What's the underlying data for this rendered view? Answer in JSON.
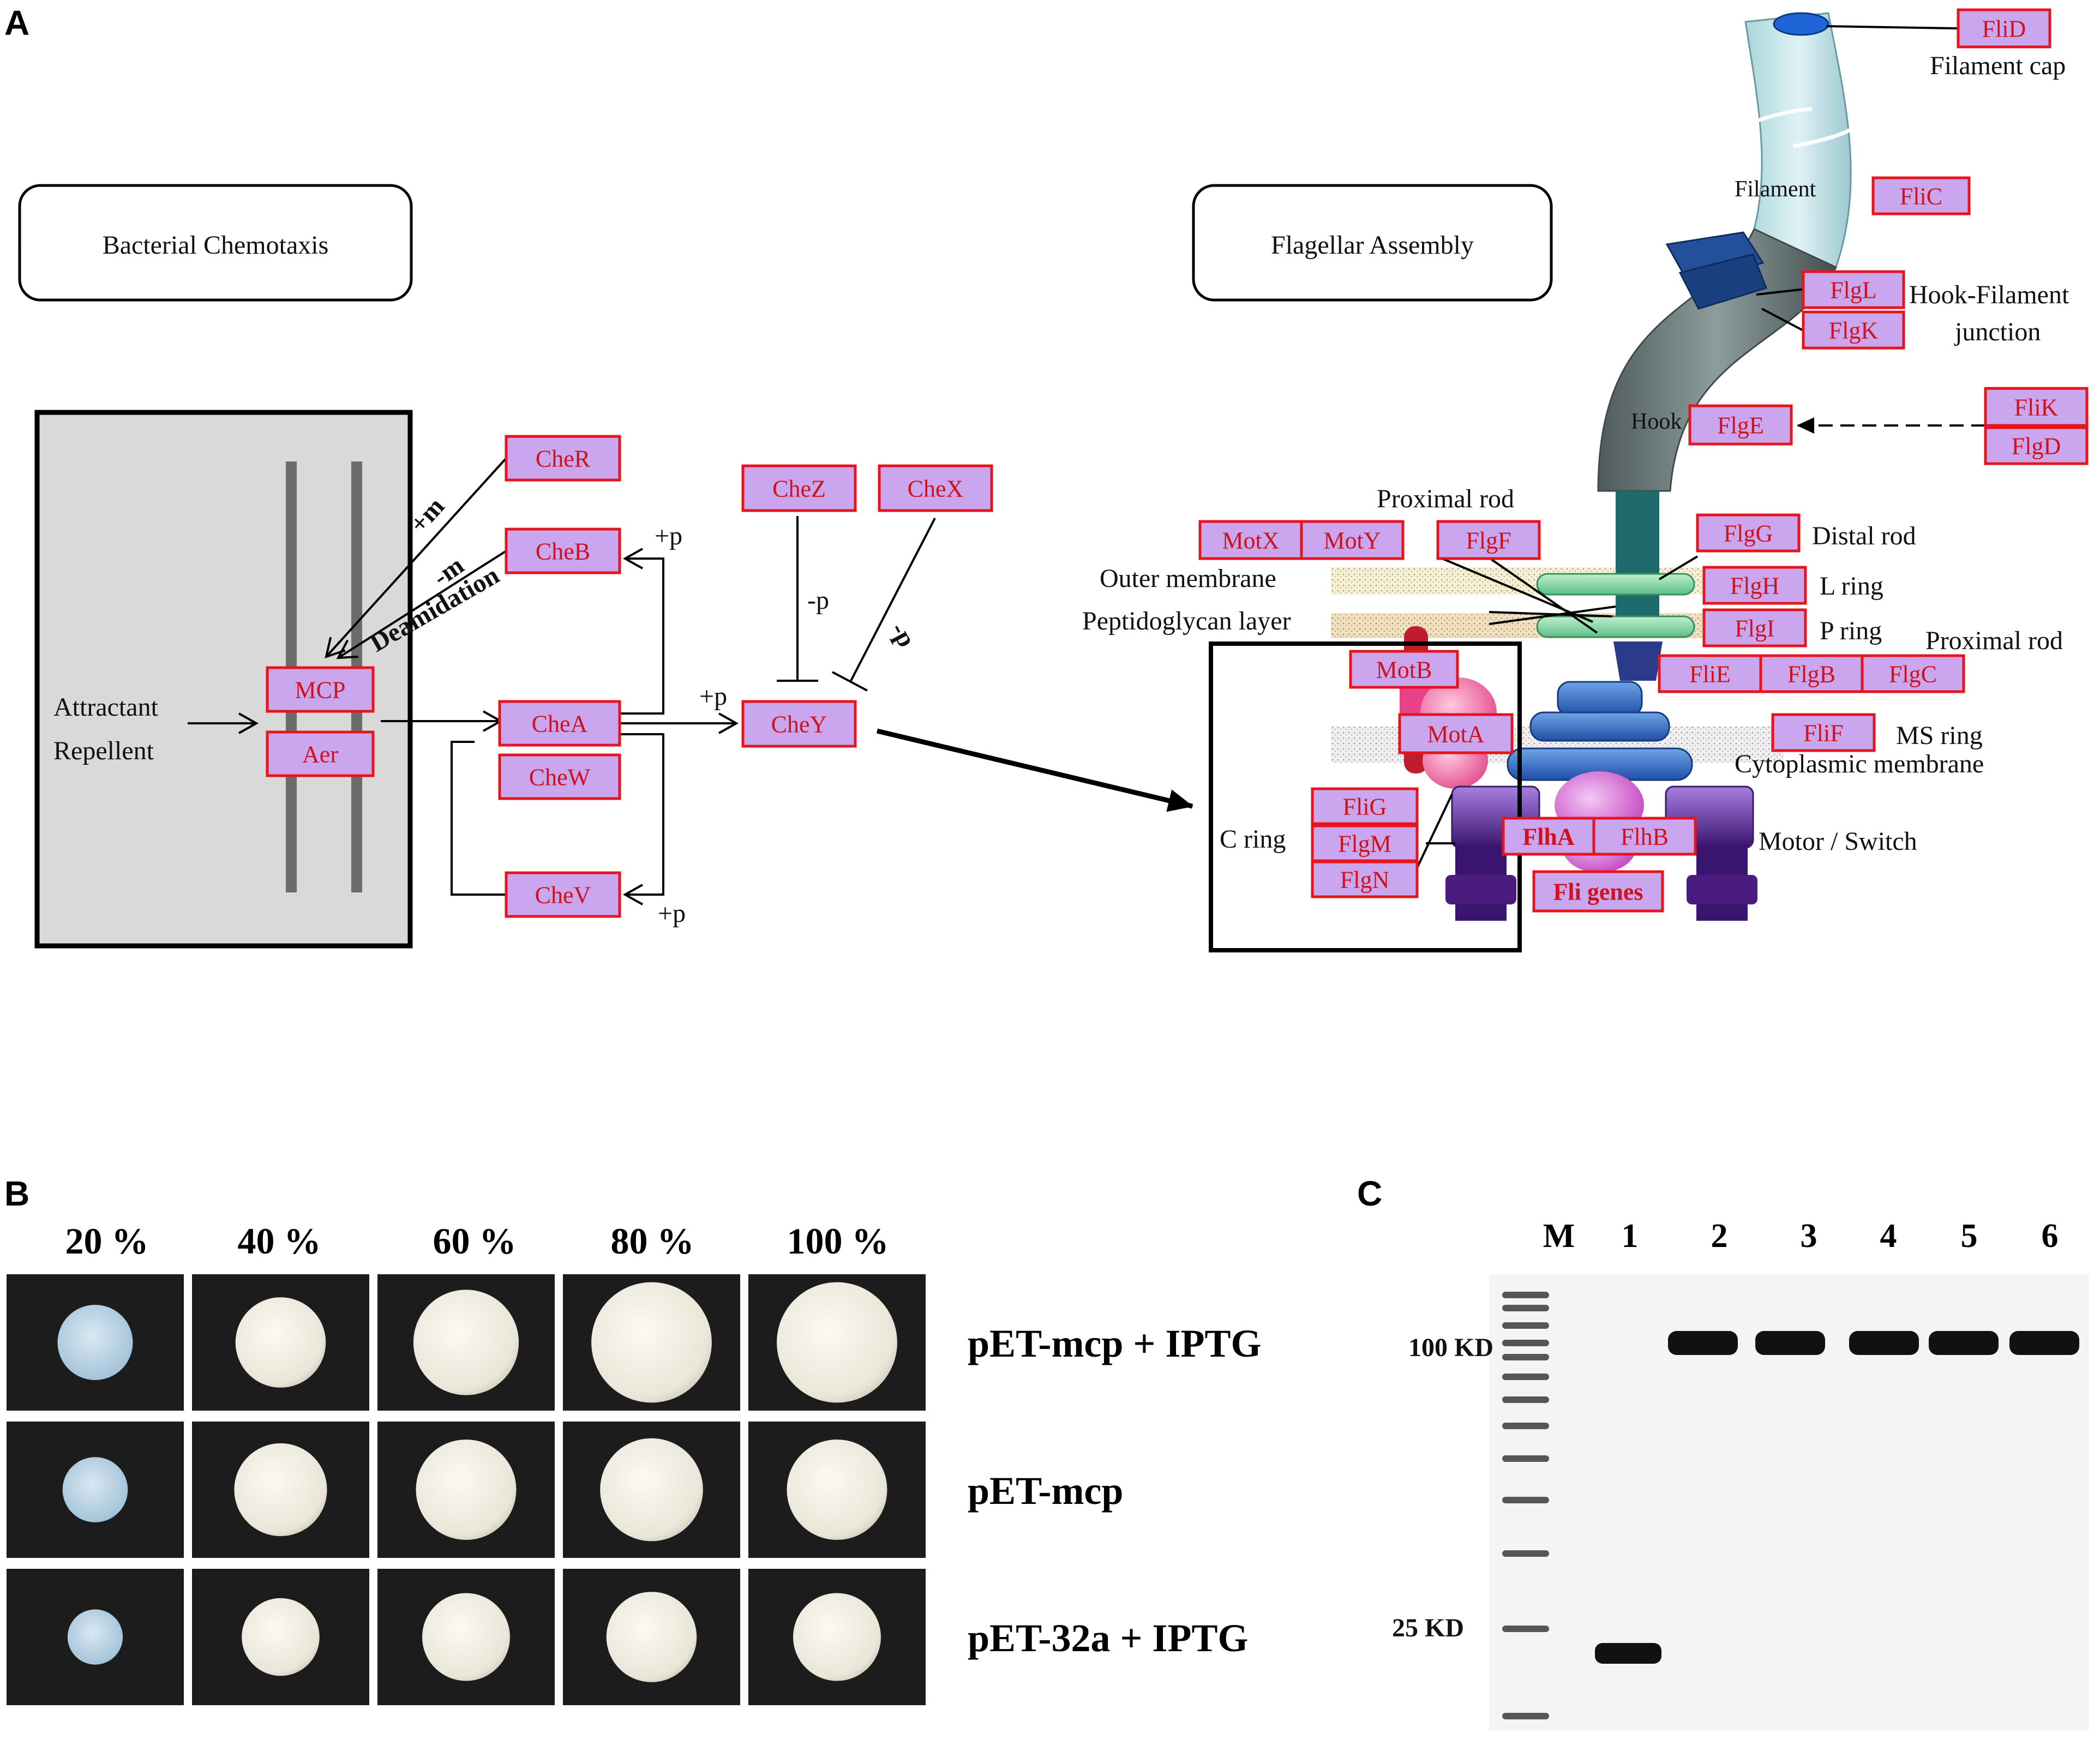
{
  "panels": {
    "a": "A",
    "b": "B",
    "c": "C"
  },
  "chemotaxis": {
    "title": "Bacterial Chemotaxis",
    "stimulus_1": "Attractant",
    "stimulus_2": "Repellent",
    "genes": {
      "cher": "CheR",
      "cheb": "CheB",
      "mcp": "MCP",
      "aer": "Aer",
      "chea": "CheA",
      "chew": "CheW",
      "chev": "CheV",
      "chez": "CheZ",
      "chex": "CheX",
      "chey": "CheY"
    },
    "marks": {
      "plus_m": "+m",
      "minus_m": "-m",
      "deamidation": "Deamidation",
      "plus_p_top": "+p",
      "plus_p_bottom": "+p",
      "plus_p_chey": "+p",
      "minus_p_chez": "-p",
      "minus_p_chex": "-p"
    }
  },
  "flagellar": {
    "title": "Flagellar Assembly",
    "labels": {
      "filament_cap": "Filament cap",
      "filament": "Filament",
      "hook_filament_junction_1": "Hook-Filament",
      "hook_filament_junction_2": "junction",
      "hook": "Hook",
      "proximal_rod_top": "Proximal rod",
      "distal_rod": "Distal rod",
      "outer_membrane": "Outer membrane",
      "l_ring": "L ring",
      "peptidoglycan_layer": "Peptidoglycan layer",
      "p_ring": "P ring",
      "proximal_rod_right": "Proximal rod",
      "ms_ring": "MS ring",
      "cytoplasmic_membrane": "Cytoplasmic membrane",
      "c_ring": "C ring",
      "motor_switch": "Motor / Switch"
    },
    "genes": {
      "flid": "FliD",
      "flic": "FliC",
      "flgl": "FlgL",
      "flgk": "FlgK",
      "flik": "FliK",
      "flgd": "FlgD",
      "flge": "FlgE",
      "motx": "MotX",
      "moty": "MotY",
      "flgf": "FlgF",
      "flgg": "FlgG",
      "flgh": "FlgH",
      "flgi": "FlgI",
      "flie": "FliE",
      "flgb": "FlgB",
      "flgc": "FlgC",
      "motb": "MotB",
      "mota": "MotA",
      "flif": "FliF",
      "flig": "FliG",
      "flgm": "FlgM",
      "flgn": "FlgN",
      "flha": "FlhA",
      "flhb": "FlhB",
      "fli_genes": "Fli genes"
    }
  },
  "swarm_plates": {
    "concentrations": [
      "20 %",
      "40 %",
      "60 %",
      "80 %",
      "100 %"
    ],
    "rows": [
      {
        "label": "pET-mcp + IPTG",
        "colony_size": [
          0.6,
          0.72,
          0.84,
          0.96,
          0.96
        ]
      },
      {
        "label": "pET-mcp",
        "colony_size": [
          0.52,
          0.74,
          0.8,
          0.82,
          0.8
        ]
      },
      {
        "label": "pET-32a + IPTG",
        "colony_size": [
          0.44,
          0.62,
          0.7,
          0.72,
          0.7
        ]
      }
    ]
  },
  "western_blot": {
    "lanes": [
      "M",
      "1",
      "2",
      "3",
      "4",
      "5",
      "6"
    ],
    "markers": [
      "100 KD",
      "25 KD"
    ]
  },
  "colors": {
    "gene_box_fill": "#c9a6ee",
    "gene_box_border": "#e8141c",
    "gene_text": "#d0101a",
    "cell_box": "#d9d9d9",
    "plate_background": "#1c1c1c"
  }
}
